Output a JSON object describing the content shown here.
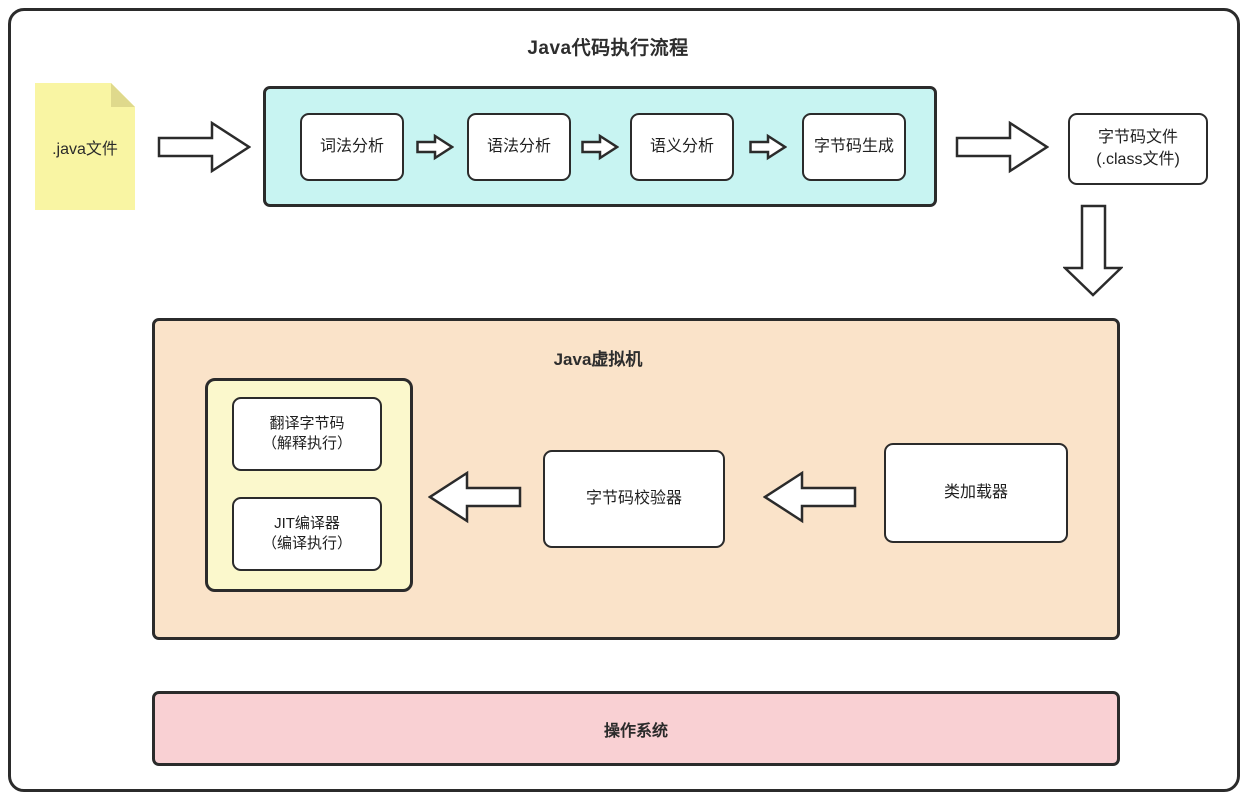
{
  "diagram": {
    "title": "Java代码执行流程",
    "source_file": {
      "label": ".java文件"
    },
    "pipeline": {
      "stages": [
        {
          "label": "词法分析"
        },
        {
          "label": "语法分析"
        },
        {
          "label": "语义分析"
        },
        {
          "label": "字节码生成"
        }
      ]
    },
    "bytecode_file": {
      "line1": "字节码文件",
      "line2": "(.class文件)"
    },
    "jvm": {
      "title": "Java虚拟机",
      "interpreter": {
        "line1": "翻译字节码",
        "line2": "（解释执行）"
      },
      "jit_compiler": {
        "line1": "JIT编译器",
        "line2": "（编译执行）"
      },
      "bytecode_verifier": {
        "label": "字节码校验器"
      },
      "class_loader": {
        "label": "类加载器"
      }
    },
    "operating_system": {
      "label": "操作系统"
    },
    "icons": {
      "flow_arrow_right": "block-arrow-right",
      "flow_arrow_left": "block-arrow-left",
      "flow_arrow_down": "block-arrow-down",
      "folded_corner": "dog-ear"
    },
    "colors": {
      "stroke": "#2b2b2b",
      "file_fill": "#F9F5A3",
      "file_fold": "#DFD98C",
      "pipeline_fill": "#C8F4F2",
      "jvm_fill": "#FAE3C9",
      "engine_fill": "#FBF8CC",
      "os_fill": "#F9D0D3"
    }
  }
}
